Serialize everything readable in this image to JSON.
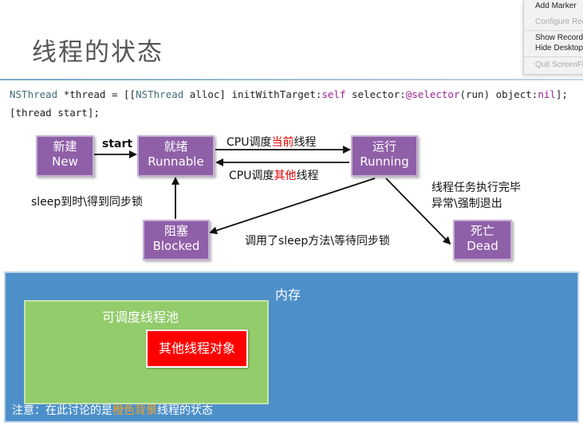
{
  "slide": {
    "title": "线程的状态"
  },
  "context_menu": {
    "items": [
      "Add Marker",
      "Configure Rec",
      "Show Recordi",
      "Hide Desktop",
      "Quit ScreenFl"
    ]
  },
  "code": {
    "line1": {
      "t1": "NSThread",
      "t2": " *thread = [[",
      "t3": "NSThread",
      "t4": " alloc] initWithTarget:",
      "t5": "self",
      "t6": " selector:",
      "t7": "@selector",
      "t8": "(run) object:",
      "t9": "nil",
      "t10": "];"
    },
    "line2": "[thread start];"
  },
  "states": {
    "new": {
      "cn": "新建",
      "en": "New"
    },
    "runnable": {
      "cn": "就绪",
      "en": "Runnable"
    },
    "running": {
      "cn": "运行",
      "en": "Running"
    },
    "blocked": {
      "cn": "阻塞",
      "en": "Blocked"
    },
    "dead": {
      "cn": "死亡",
      "en": "Dead"
    }
  },
  "labels": {
    "start": "start",
    "cpu_current_pre": "CPU调度",
    "cpu_current_red": "当前",
    "cpu_current_post": "线程",
    "cpu_other_pre": "CPU调度",
    "cpu_other_red": "其他",
    "cpu_other_post": "线程",
    "sleep_done": "sleep到时\\得到同步锁",
    "sleep_call": "调用了sleep方法\\等待同步锁",
    "finish_line1": "线程任务执行完毕",
    "finish_line2": "异常\\强制退出"
  },
  "memory": {
    "title": "内存",
    "pool_title": "可调度线程池",
    "other_objects": "其他线程对象",
    "note_pre": "注意：在此讨论的是",
    "note_orange": "橙色背景",
    "note_post": "线程的状态"
  },
  "colors": {
    "state_fill": "#8f5fa8",
    "memory_fill": "#4d8fc9",
    "pool_fill": "#92cc6b",
    "other_fill": "#ff0000",
    "highlight_red": "#e00000",
    "highlight_orange": "#f5a623"
  }
}
